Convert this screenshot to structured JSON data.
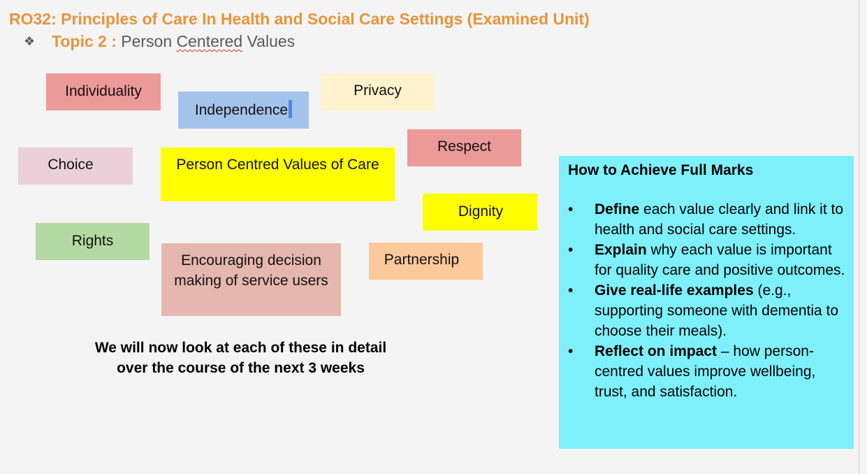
{
  "header": {
    "title": "RO32: Principles of Care In Health and Social Care Settings (Examined Unit)",
    "bullet_glyph": "❖",
    "topic_label": "Topic 2 :",
    "topic_prefix": "Person ",
    "topic_misspelled": "Centered",
    "topic_suffix": " Values"
  },
  "values": {
    "individuality": "Individuality",
    "independence": "Independence",
    "privacy": "Privacy",
    "respect": "Respect",
    "choice": "Choice",
    "center": "Person Centred Values of Care",
    "dignity": "Dignity",
    "rights": "Rights",
    "encouraging": "Encouraging decision making of service users",
    "partnership": "Partnership"
  },
  "note": "We will now look at each of these in detail over the course of the next 3 weeks",
  "panel": {
    "heading": "How to Achieve Full Marks",
    "bullet_glyph": "•",
    "items": [
      {
        "bold": "Define",
        "text": " each value clearly and link it to health and social care settings."
      },
      {
        "bold": "Explain",
        "text": " why each value is important for quality care and positive outcomes."
      },
      {
        "bold": "Give real-life examples",
        "text": " (e.g., supporting someone with dementia to choose their meals)."
      },
      {
        "bold": "Reflect on impact",
        "text": " – how person-centred values improve wellbeing, trust, and satisfaction."
      }
    ]
  },
  "colors": {
    "heading_orange": "#e8943a",
    "individuality": "#eb9a99",
    "independence": "#a3c3eb",
    "privacy": "#fff2cc",
    "respect": "#eb9a99",
    "choice": "#ebd0da",
    "center": "#ffff00",
    "dignity": "#ffff00",
    "rights": "#b5d9a3",
    "encouraging": "#e6b7ae",
    "partnership": "#fcc99a",
    "panel": "#7df0fb"
  }
}
